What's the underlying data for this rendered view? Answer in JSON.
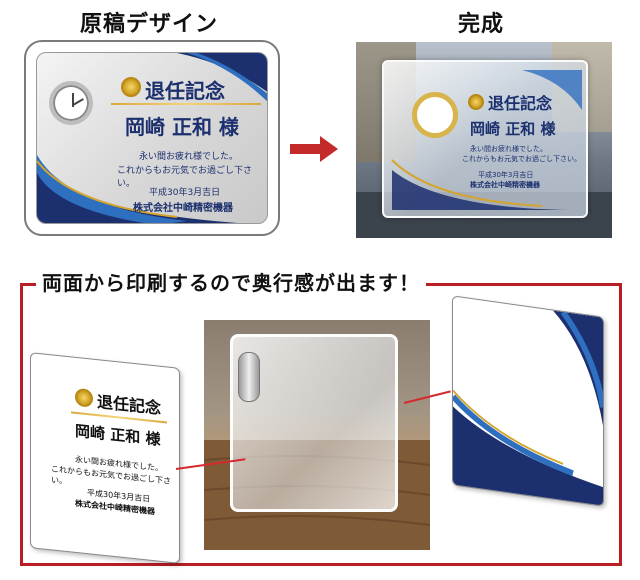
{
  "headings": {
    "design": "原稿デザイン",
    "finished": "完成"
  },
  "plate": {
    "title": "退任記念",
    "name": "岡崎 正和 様",
    "message_line1": "永い間お疲れ様でした。",
    "message_line2": "これからもお元気でお過ごし下さい。",
    "date": "平成30年3月吉日",
    "company": "株式会社中崎精密機器"
  },
  "photo_plate": {
    "title": "退任記念",
    "name": "岡崎 正和 様",
    "message_line1": "永い間お疲れ様でした。",
    "message_line2": "これからもお元気でお過ごし下さい。",
    "date": "平成30年3月吉日",
    "company": "株式会社中崎精密機器"
  },
  "section": {
    "title": "両面から印刷するので奥行感が出ます！"
  },
  "front_panel": {
    "title": "退任記念",
    "name": "岡崎 正和 様",
    "message_line1": "永い間お疲れ様でした。",
    "message_line2": "これからもお元気でお過ごし下さい。",
    "date": "平成30年3月吉日",
    "company": "株式会社中崎精密機器"
  },
  "colors": {
    "accent_red": "#b81e24",
    "navy": "#1c2f6e",
    "blue": "#2f6fc0",
    "gold": "#d4a52e"
  },
  "icons": [
    "clock-icon",
    "medal-icon",
    "right-arrow-icon"
  ]
}
